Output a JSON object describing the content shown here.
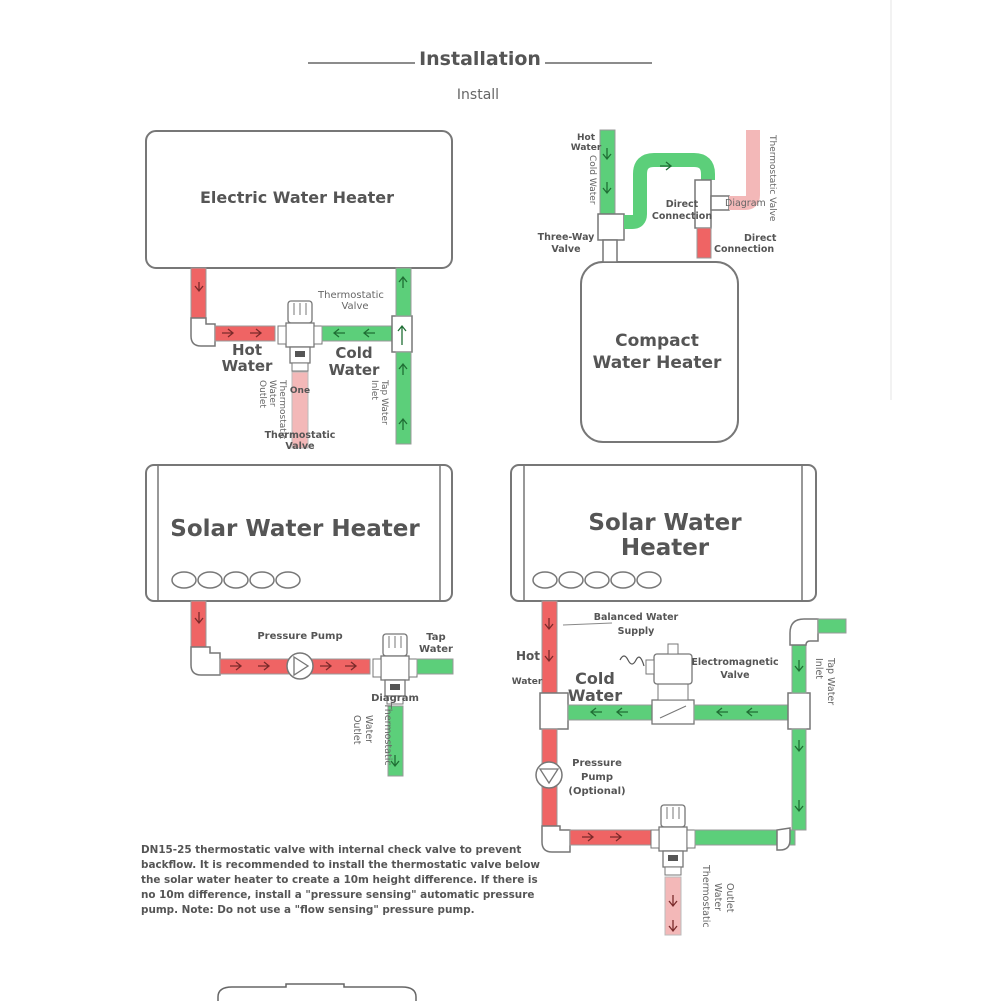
{
  "header": {
    "title": "Installation",
    "subtitle": "Install"
  },
  "colors": {
    "hot_water": "#ef6464",
    "cold_water": "#5ccf7a",
    "mixed_outlet": "#f3b8b8",
    "outline": "#777777",
    "text": "#666666"
  },
  "diagram_electric": {
    "heater_label": "Electric Water Heater",
    "valve_label": "Thermostatic Valve",
    "hot_label_1": "Hot",
    "hot_label_2": "Water",
    "cold_label_1": "Cold",
    "cold_label_2": "Water",
    "outlet_label": "Thermostatic Water Outlet",
    "outlet_label_lines": [
      "Thermostatic",
      "Water",
      "Outlet"
    ],
    "inlet_label_lines": [
      "Tap Water",
      "Inlet"
    ],
    "overlay_one": "One",
    "overlay_valve_1": "Thermostatic",
    "overlay_valve_2": "Valve"
  },
  "diagram_compact": {
    "heater_label_1": "Compact",
    "heater_label_2": "Water Heater",
    "hot_label_1": "Hot",
    "hot_label_2": "Water",
    "cold_label": "Cold Water",
    "three_way_1": "Three-Way",
    "three_way_2": "Valve",
    "direct_1": "Direct",
    "direct_2": "Connection",
    "diagram_overlay": "Diagram",
    "direct_conn_1": "Direct",
    "direct_conn_2": "Connection",
    "thermo_valve": "Thermostatic Valve"
  },
  "diagram_solar_pump": {
    "heater_label": "Solar Water Heater",
    "pump_label": "Pressure Pump",
    "tap_1": "Tap",
    "tap_2": "Water",
    "diagram_overlay": "Diagram",
    "outlet_lines": [
      "Thermostatic",
      "Water",
      "Outlet"
    ]
  },
  "diagram_solar_balanced": {
    "heater_label_1": "Solar Water",
    "heater_label_2": "Heater",
    "balanced_1": "Balanced Water",
    "balanced_2": "Supply",
    "hot_1": "Hot",
    "hot_2": "Water",
    "cold_1": "Cold",
    "cold_2": "Water",
    "em_valve_1": "Electromagnetic",
    "em_valve_2": "Valve",
    "tap_inlet_lines": [
      "Tap Water",
      "Inlet"
    ],
    "pump_1": "Pressure",
    "pump_2": "Pump",
    "pump_3": "(Optional)",
    "outlet_lines": [
      "Thermostatic",
      "Water",
      "Outlet"
    ]
  },
  "note": {
    "text": "DN15-25 thermostatic valve with internal check valve to prevent backflow. It is recommended to install the thermostatic valve below the solar water heater to create a 10m height difference. If there is no 10m difference, install a \"pressure sensing\" automatic pressure pump. Note: Do not use a \"flow sensing\" pressure pump."
  }
}
